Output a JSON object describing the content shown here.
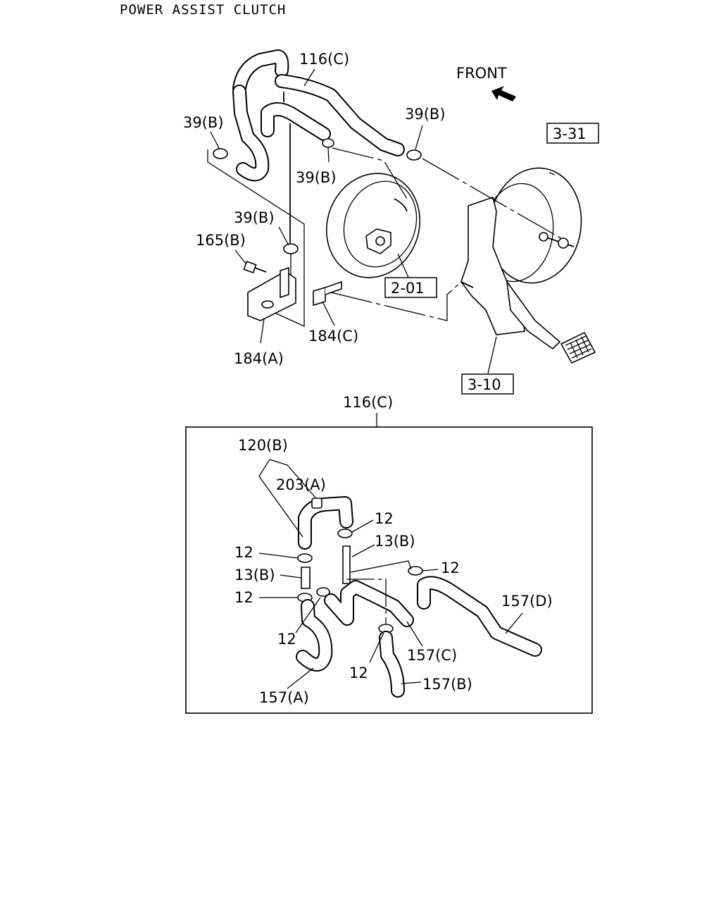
{
  "title": "POWER ASSIST CLUTCH",
  "front_label": "FRONT",
  "labels": {
    "hose_top": "116(C)",
    "clip_left": "39(B)",
    "clip_right": "39(B)",
    "clip_center": "39(B)",
    "clip_mid": "39(B)",
    "bolt": "165(B)",
    "bracket_a": "184(A)",
    "bracket_c": "184(C)",
    "ref_booster": "3-31",
    "ref_reservoir": "2-01",
    "ref_pedal": "3-10",
    "inset_title": "116(C)",
    "hose_120b": "120(B)",
    "cap_203a": "203(A)",
    "clip_12_a": "12",
    "clip_12_b": "12",
    "clip_12_c": "12",
    "clip_12_d": "12",
    "clip_12_e": "12",
    "clip_12_f": "12",
    "pipe_13b_a": "13(B)",
    "pipe_13b_b": "13(B)",
    "hose_157a": "157(A)",
    "hose_157b": "157(B)",
    "hose_157c": "157(C)",
    "hose_157d": "157(D)"
  }
}
